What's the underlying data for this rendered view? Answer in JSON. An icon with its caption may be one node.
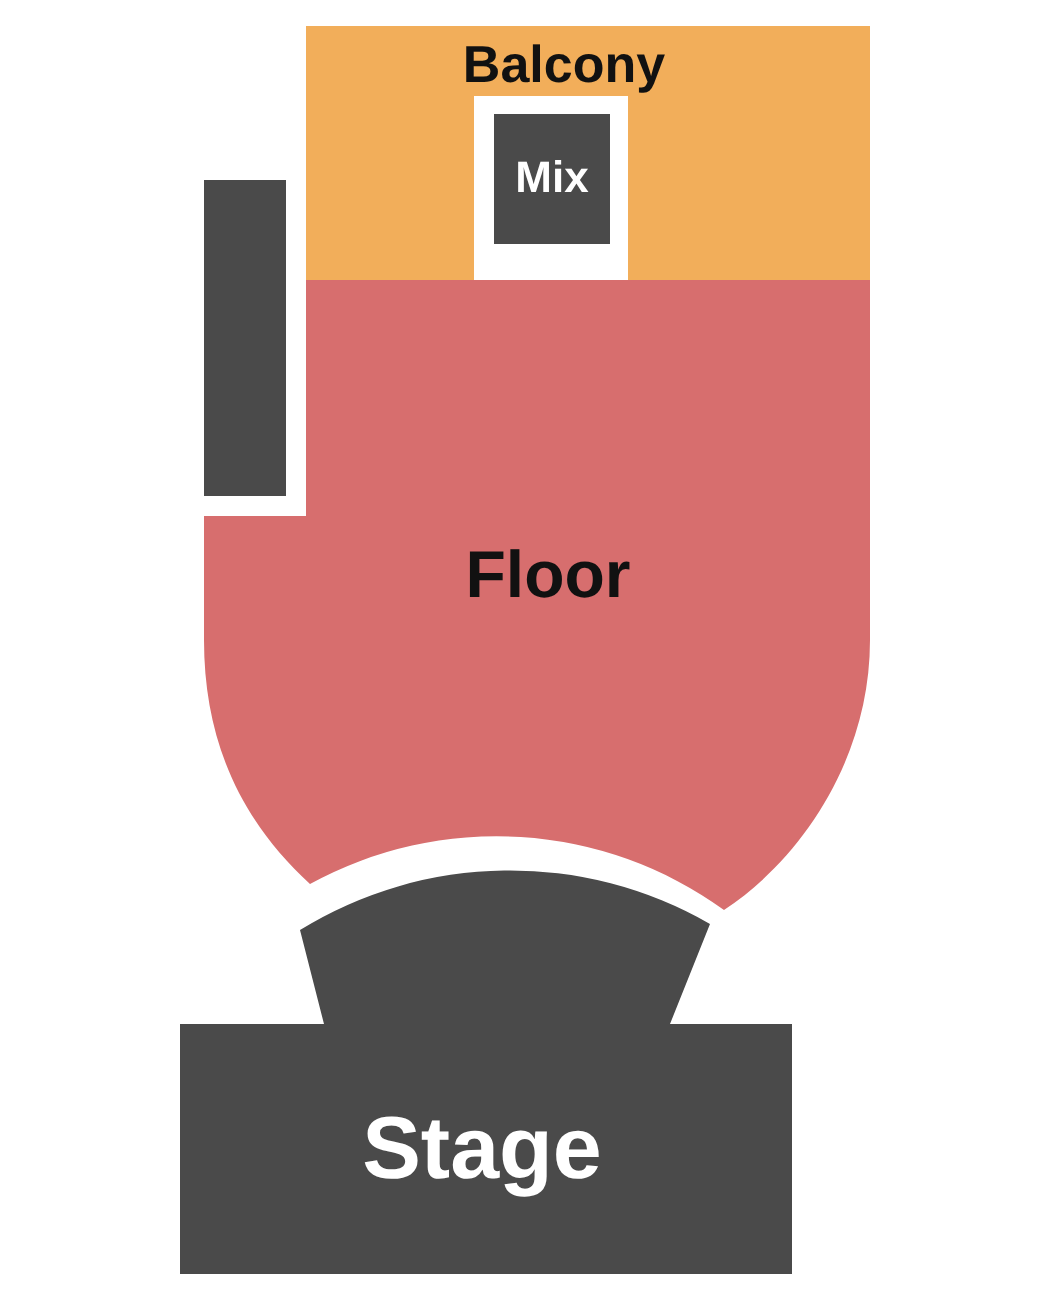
{
  "diagram": {
    "nodes": [
      {
        "text": [
          "Balcony"
        ]
      },
      {
        "text": [
          "Mix"
        ],
        "in": 0
      },
      {
        "text": [],
        "shape": "bar"
      },
      {
        "text": [
          "Floor"
        ]
      },
      {
        "text": [
          "Stage"
        ]
      }
    ]
  }
}
